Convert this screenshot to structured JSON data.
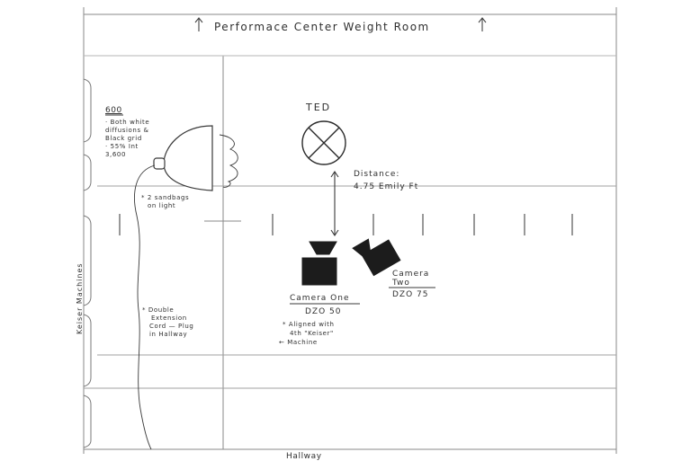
{
  "diagram": {
    "title": "Performace Center Weight Room",
    "subject_label": "TED",
    "light": {
      "label": "600",
      "note_1": "· Both white",
      "note_2": "diffusions &",
      "note_3": "Black grid",
      "note_4": "· 55% Int",
      "note_5": "3,600",
      "sandbag_1": "* 2 sandbags",
      "sandbag_2": "on light"
    },
    "distance": {
      "line_1": "Distance:",
      "line_2": "4.75 Emily Ft"
    },
    "camera_one": {
      "label": "Camera One",
      "lens": "DZO 50",
      "note_1": "* Aligned with",
      "note_2": "4th \"Keiser\"",
      "note_3": "← Machine"
    },
    "camera_two": {
      "label": "Camera",
      "label_2": "Two",
      "lens": "DZO 75"
    },
    "cord": {
      "line_1": "* Double",
      "line_2": "Extension",
      "line_3": "Cord — Plug",
      "line_4": "in Hallway"
    },
    "side_label": "Keiser Machines",
    "bottom_label": "Hallway",
    "colors": {
      "ink": "#2f2f2f",
      "grid": "#8a8a8a",
      "fill": "#1c1c1c"
    }
  }
}
